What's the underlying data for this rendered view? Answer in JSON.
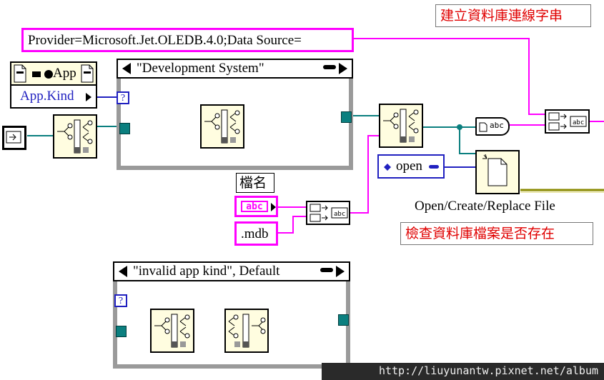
{
  "notes": {
    "build_connection_string": "建立資料庫連線字串",
    "check_db_file_exists": "檢查資料庫檔案是否存在"
  },
  "constants": {
    "provider_string": "Provider=Microsoft.Jet.OLEDB.4.0;Data Source=",
    "file_name_label": "檔名",
    "file_name_control": "abc",
    "extension": ".mdb"
  },
  "property_node": {
    "class_name": "App",
    "property": "App.Kind",
    "selector_marker": "?"
  },
  "case_structures": [
    {
      "selector": "\"Development System\""
    },
    {
      "selector": "\"invalid app kind\", Default",
      "selector_marker": "?"
    }
  ],
  "open_enum": {
    "value": "open"
  },
  "open_file_node": {
    "label": "Open/Create/Replace File"
  },
  "build_path_node": {
    "label": "abc"
  },
  "watermark": "http://liuyunantw.pixnet.net/album",
  "colors": {
    "string_wire": "#ff00ff",
    "path_wire": "#0b7f7f",
    "enum_wire": "#2020c0",
    "note_text": "#e00000",
    "error_wire": "#8a8a00"
  }
}
